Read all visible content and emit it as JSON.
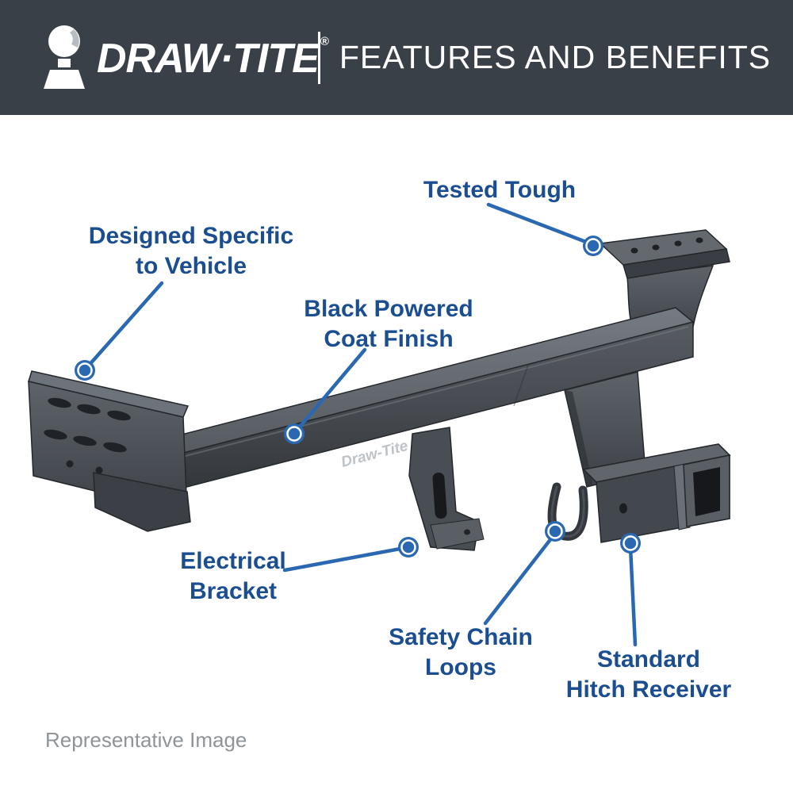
{
  "header": {
    "brand_display": "DRAW·TITE",
    "registered_mark": "®",
    "title": "FEATURES AND BENEFITS"
  },
  "illustration": {
    "beam_logo": "Draw-Tite"
  },
  "callouts": [
    {
      "id": "tested-tough",
      "lines": [
        "Tested Tough"
      ]
    },
    {
      "id": "designed-specific-to-vehicle",
      "lines": [
        "Designed Specific",
        "to Vehicle"
      ]
    },
    {
      "id": "black-powered-coat-finish",
      "lines": [
        "Black Powered",
        "Coat Finish"
      ]
    },
    {
      "id": "electrical-bracket",
      "lines": [
        "Electrical",
        "Bracket"
      ]
    },
    {
      "id": "safety-chain-loops",
      "lines": [
        "Safety Chain",
        "Loops"
      ]
    },
    {
      "id": "standard-hitch-receiver",
      "lines": [
        "Standard",
        "Hitch Receiver"
      ]
    }
  ],
  "footer": {
    "note": "Representative Image"
  },
  "colors": {
    "header_background": "#3a4047",
    "callout_blue": "#2a69b2",
    "label_text": "#1b4e91",
    "hitch_gray": "#4a4f54",
    "note_gray": "#8f9499"
  }
}
